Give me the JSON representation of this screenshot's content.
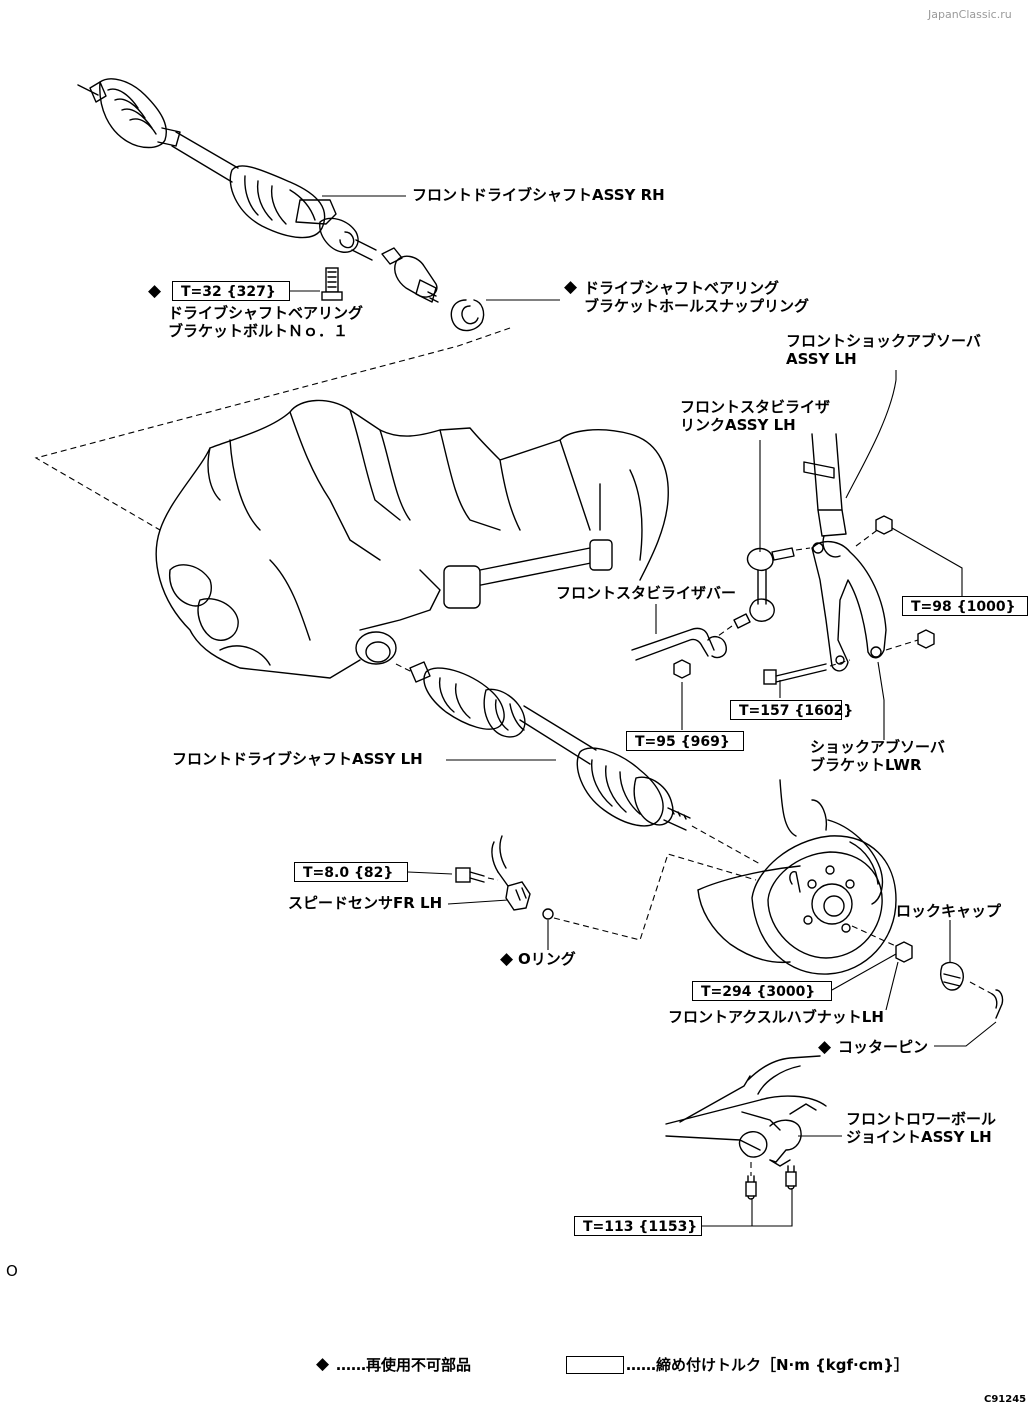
{
  "watermark": "JapanClassic.ru",
  "diagram_code": "C91245",
  "margin_mark": "O",
  "diamond_symbol": "◆",
  "labels": {
    "front_drive_shaft_rh": "フロントドライブシャフトASSY RH",
    "bearing_snap_ring": [
      "ドライブシャフトベアリング",
      "ブラケットホールスナップリング"
    ],
    "bearing_bolt": [
      "ドライブシャフトベアリング",
      "ブラケットボルトＮｏ．１"
    ],
    "shock_absorber": [
      "フロントショックアブソーバ",
      "ASSY LH"
    ],
    "stabilizer_link": [
      "フロントスタビライザ",
      "リンクASSY LH"
    ],
    "stabilizer_bar": "フロントスタビライザバー",
    "front_drive_shaft_lh": "フロントドライブシャフトASSY LH",
    "shock_bracket": [
      "ショックアブソーバ",
      "ブラケットLWR"
    ],
    "speed_sensor": "スピードセンサFR LH",
    "o_ring": "Oリング",
    "lock_cap": "ロックキャップ",
    "hub_nut": "フロントアクスルハブナットLH",
    "cotter_pin": "コッターピン",
    "lower_ball_joint": [
      "フロントロワーボール",
      "ジョイントASSY LH"
    ]
  },
  "torques": {
    "bearing_bolt": "T=32 {327}",
    "shock_bracket": "T=98 {1000}",
    "bracket_bolt": "T=157 {1602}",
    "link_nut": "T=95 {969}",
    "speed_sensor_bolt": "T=8.0 {82}",
    "hub_nut": "T=294 {3000}",
    "ball_joint": "T=113 {1153}"
  },
  "legend": {
    "non_reusable": "……再使用不可部品",
    "torque": "……締め付けトルク［N·m {kgf·cm}］"
  }
}
